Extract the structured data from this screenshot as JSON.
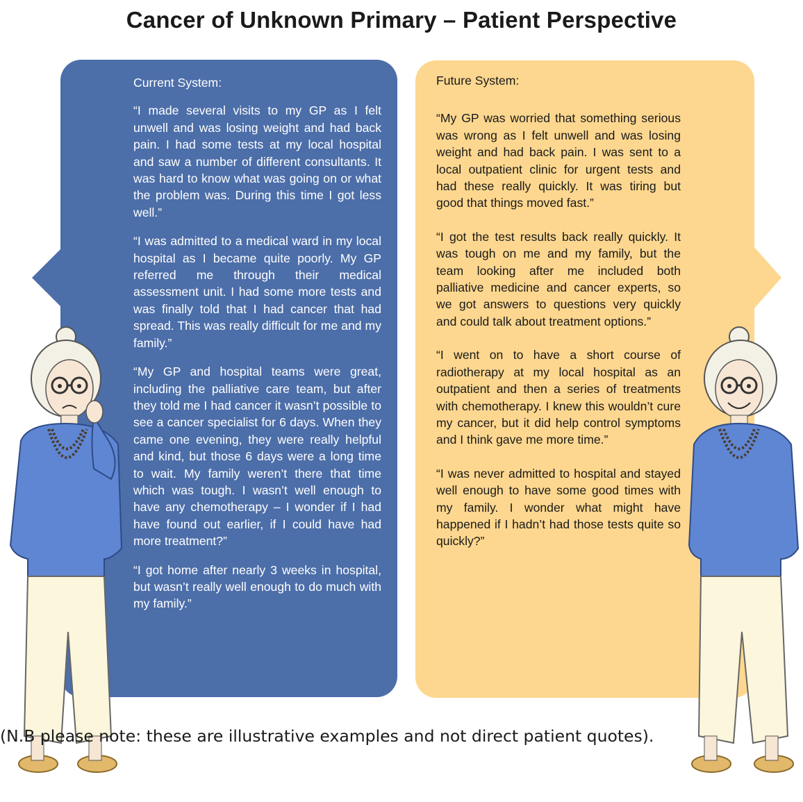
{
  "title": "Cancer of Unknown Primary – Patient Perspective",
  "current": {
    "heading": "Current System:",
    "paragraphs": [
      "“I made several visits to my GP as I felt unwell and was losing weight and had back pain.  I had some tests at my local hospital and saw a number of different consultants.  It was hard to know what was going on or what the problem was.  During this time I got less well.”",
      "“I was admitted to a medical ward in my local hospital as I became quite poorly.  My GP referred me through their medical assessment unit.  I had some more tests and was finally told that I had cancer that had spread.  This was really difficult for me and my family.”",
      "“My GP and hospital teams were great, including the palliative care team, but after they told me I had cancer it wasn’t possible to see a cancer specialist for 6 days.  When they came one evening, they were really helpful and kind, but those 6 days were a long time to wait.  My family weren’t there that time which was tough.  I wasn’t well enough to have any chemotherapy – I wonder if I had have found out earlier, if I could have had more treatment?”",
      "“I got home after nearly 3 weeks in hospital, but wasn’t really well enough to do much with my family.”"
    ]
  },
  "future": {
    "heading": "Future System:",
    "paragraphs": [
      "“My GP was worried that something serious was wrong as I felt unwell and was losing weight and had back pain.  I was sent to a local outpatient clinic for urgent tests and had these really quickly.  It was tiring but good that things moved fast.”",
      "“I got the test results back really quickly.  It was tough on me and my family, but the team looking after me included both palliative medicine and cancer experts, so we got answers to questions very quickly and could talk about treatment options.”",
      "“I went on to have a short course of radiotherapy at my local hospital as an outpatient and then a series of treatments with chemotherapy.  I knew this wouldn’t cure my cancer, but it did help control symptoms and I think gave me more time.”",
      "“I was never admitted to hospital and stayed well enough to have some good times with my family.  I wonder what might have happened if I hadn’t had those tests quite so quickly?”"
    ]
  },
  "note": "(N.B please note: these are illustrative examples and not direct patient quotes).",
  "colors": {
    "current_bubble": "#4c6ea9",
    "future_bubble": "#fdd78f",
    "sweater": "#5f86d3",
    "trousers": "#fbf6dc"
  }
}
